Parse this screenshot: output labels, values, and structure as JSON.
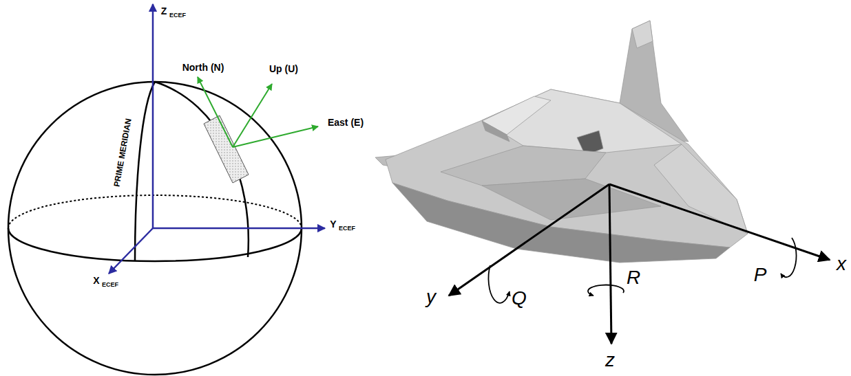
{
  "diagram": {
    "labels": [
      "Z",
      "ECEF",
      "Y",
      "ECEF",
      "X",
      "ECEF",
      "PRIME MERIDIAN",
      "North (N)",
      "Up (U)",
      "East (E)",
      "x",
      "y",
      "z",
      "P",
      "Q",
      "R"
    ]
  }
}
